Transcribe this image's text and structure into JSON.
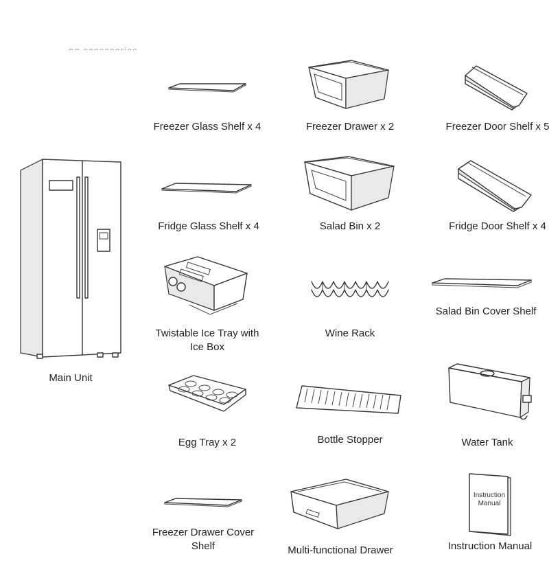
{
  "items": {
    "main_unit": "Main Unit",
    "freezer_glass_shelf": "Freezer Glass Shelf x 4",
    "freezer_drawer": "Freezer Drawer x 2",
    "freezer_door_shelf": "Freezer Door Shelf x 5",
    "fridge_glass_shelf": "Fridge Glass Shelf x 4",
    "salad_bin": "Salad Bin x 2",
    "fridge_door_shelf": "Fridge Door Shelf x 4",
    "ice_tray": "Twistable Ice Tray with\nIce Box",
    "wine_rack": "Wine Rack",
    "salad_bin_cover_shelf": "Salad Bin Cover Shelf",
    "egg_tray": "Egg Tray x 2",
    "bottle_stopper": "Bottle Stopper",
    "water_tank": "Water Tank",
    "freezer_drawer_cover_shelf": "Freezer Drawer Cover\nShelf",
    "multifunctional_drawer": "Multi-functional Drawer",
    "instruction_manual": "Instruction Manual"
  },
  "manual_cover_text": "Instruction\nManual",
  "cropped_header": "ng accessories"
}
